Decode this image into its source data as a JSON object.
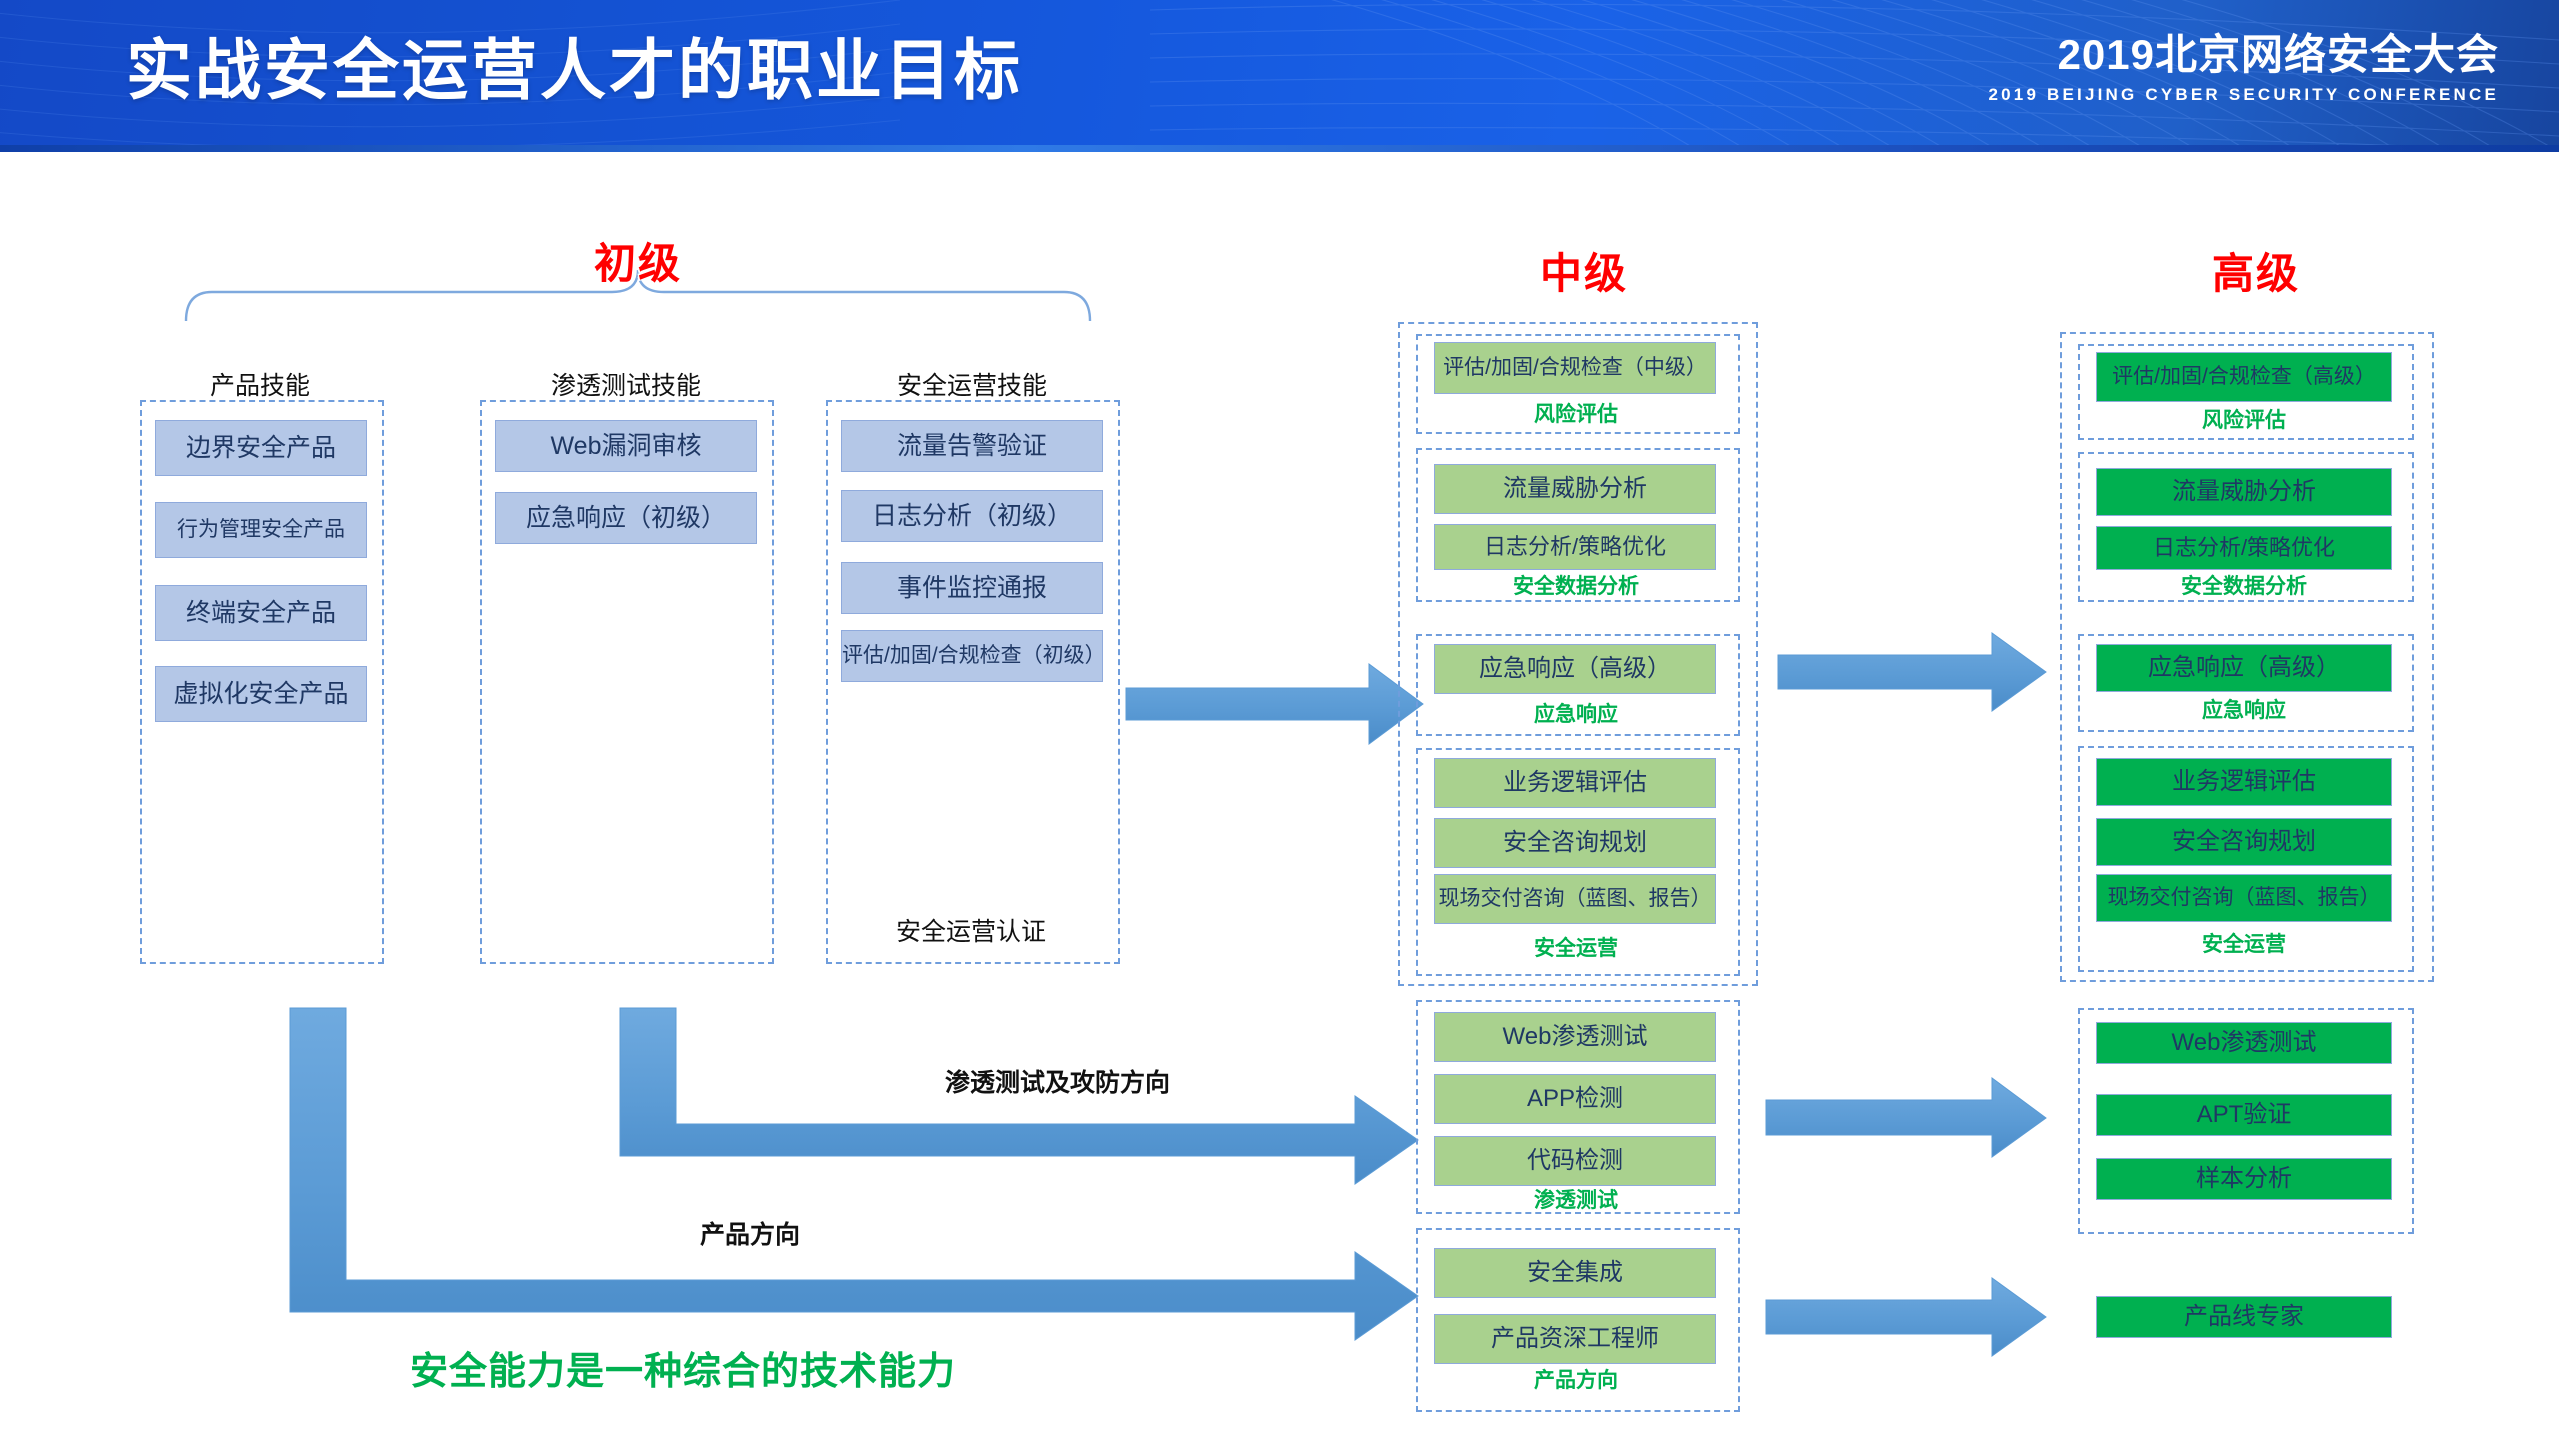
{
  "header": {
    "title": "实战安全运营人才的职业目标",
    "logo_main": "2019北京网络安全大会",
    "logo_sub": "2019 BEIJING CYBER SECURITY CONFERENCE",
    "banner_color": "#1558dd"
  },
  "colors": {
    "level_title": "#FF0000",
    "box_blue": "#B4C7E7",
    "box_green_mid": "#A9D18E",
    "box_green_high": "#00B050",
    "group_label": "#00B050",
    "arrow": "#5B9BD5",
    "dashed_border": "#6F9DDC",
    "box_text": "#1F3864",
    "tagline": "#00B050"
  },
  "levels": {
    "junior": "初级",
    "intermediate": "中级",
    "senior": "高级"
  },
  "junior": {
    "columns": [
      {
        "header": "产品技能",
        "items": [
          "边界安全产品",
          "行为管理安全产品",
          "终端安全产品",
          "虚拟化安全产品"
        ],
        "footer": ""
      },
      {
        "header": "渗透测试技能",
        "items": [
          "Web漏洞审核",
          "应急响应（初级）"
        ],
        "footer": ""
      },
      {
        "header": "安全运营技能",
        "items": [
          "流量告警验证",
          "日志分析（初级）",
          "事件监控通报",
          "评估/加固/合规检查（初级）"
        ],
        "footer": "安全运营认证"
      }
    ]
  },
  "intermediate": {
    "groups": [
      {
        "items": [
          "评估/加固/合规检查（中级）"
        ],
        "label": "风险评估"
      },
      {
        "items": [
          "流量威胁分析",
          "日志分析/策略优化"
        ],
        "label": "安全数据分析"
      },
      {
        "items": [
          "应急响应（高级）"
        ],
        "label": "应急响应"
      },
      {
        "items": [
          "业务逻辑评估",
          "安全咨询规划",
          "现场交付咨询（蓝图、报告）"
        ],
        "label": "安全运营"
      },
      {
        "items": [
          "Web渗透测试",
          "APP检测",
          "代码检测"
        ],
        "label": "渗透测试"
      },
      {
        "items": [
          "安全集成",
          "产品资深工程师"
        ],
        "label": "产品方向"
      }
    ]
  },
  "senior": {
    "groups": [
      {
        "items": [
          "评估/加固/合规检查（高级）"
        ],
        "label": "风险评估"
      },
      {
        "items": [
          "流量威胁分析",
          "日志分析/策略优化"
        ],
        "label": "安全数据分析"
      },
      {
        "items": [
          "应急响应（高级）"
        ],
        "label": "应急响应"
      },
      {
        "items": [
          "业务逻辑评估",
          "安全咨询规划",
          "现场交付咨询（蓝图、报告）"
        ],
        "label": "安全运营"
      },
      {
        "items": [
          "Web渗透测试",
          "APT验证",
          "样本分析"
        ],
        "label": ""
      },
      {
        "items": [
          "产品线专家"
        ],
        "label": ""
      }
    ]
  },
  "arrow_labels": {
    "pentest_direction": "渗透测试及攻防方向",
    "product_direction": "产品方向"
  },
  "tagline": "安全能力是一种综合的技术能力"
}
